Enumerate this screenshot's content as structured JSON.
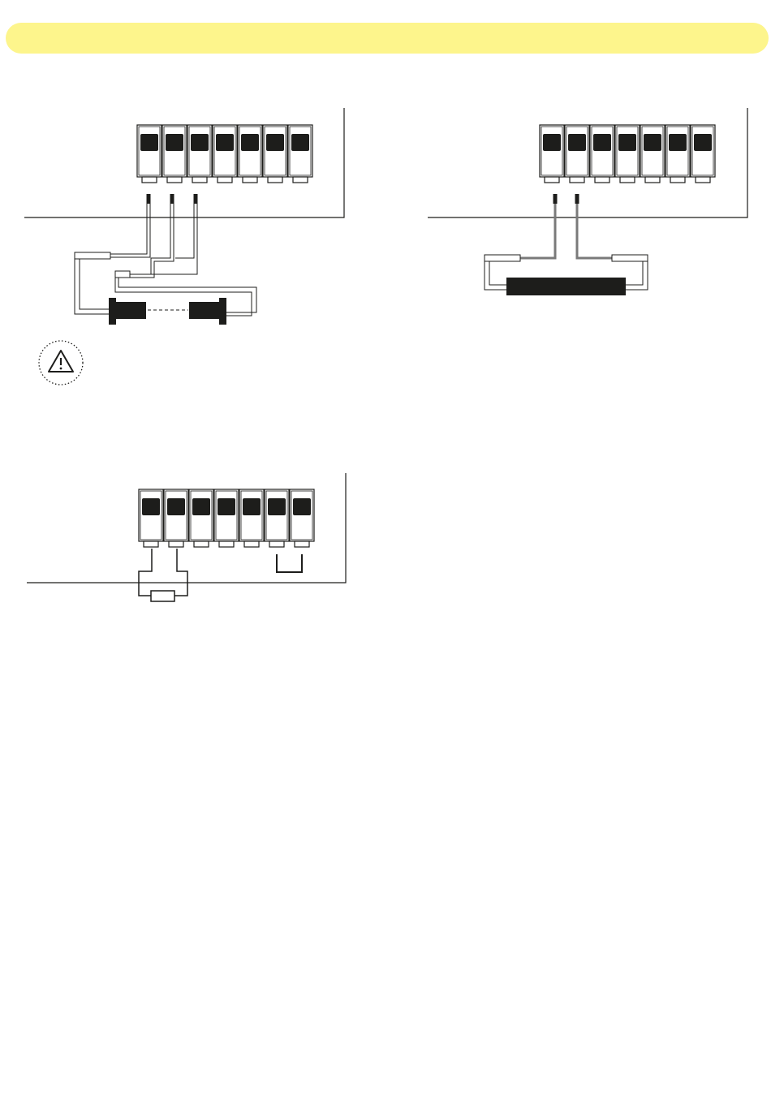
{
  "header": {
    "text": ""
  },
  "colors": {
    "header_bg": "#fdf58c",
    "ink": "#1d1d1b",
    "wire_grey": "#7a7a7a",
    "warning_border": "#1d1d1b"
  },
  "icons": {
    "warning": "warning-triangle-icon"
  },
  "diagrams": {
    "photocell": {
      "terminal_count": 7,
      "connected_terminals": 3
    },
    "safety_edge": {
      "terminal_count": 7,
      "connected_terminals": 2
    },
    "jumpers": {
      "terminal_count": 7,
      "resistor_terminals": 2,
      "bridged_terminals": 2
    }
  }
}
